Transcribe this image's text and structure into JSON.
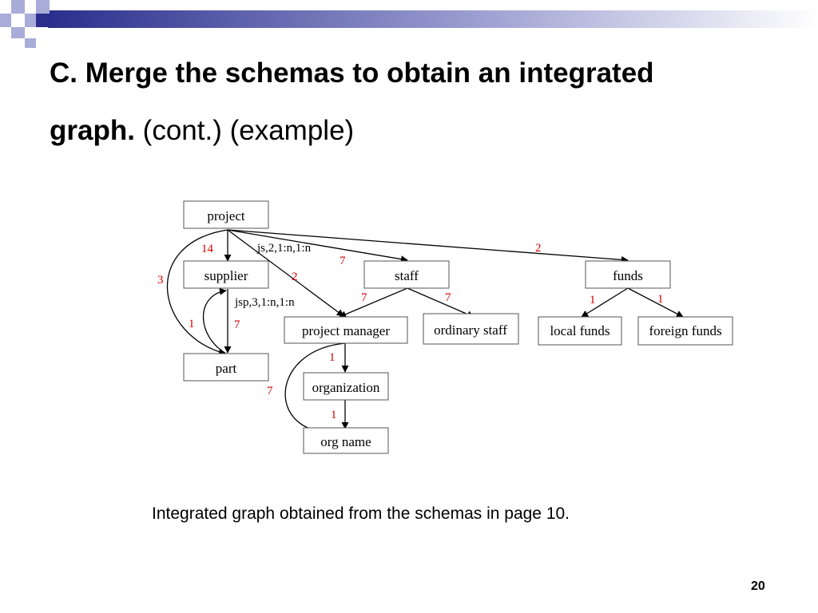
{
  "slide": {
    "title_line1": "C.  Merge the schemas to obtain an integrated",
    "title_line2_bold": "graph.",
    "title_line2_rest": " (cont.)  (example)",
    "caption": "Integrated graph obtained from the schemas in page 10.",
    "page_number": "20"
  },
  "diagram": {
    "nodes": {
      "project": "project",
      "supplier": "supplier",
      "part": "part",
      "staff": "staff",
      "funds": "funds",
      "project_manager": "project manager",
      "ordinary_staff": "ordinary staff",
      "local_funds": "local funds",
      "foreign_funds": "foreign funds",
      "organization": "organization",
      "org_name": "org name"
    },
    "edge_labels": {
      "js": "js,2,1:n,1:n",
      "jsp": "jsp,3,1:n,1:n"
    },
    "weights": {
      "project_part": "3",
      "project_supplier": "14",
      "project_staff": "7",
      "project_manager": "2",
      "project_funds": "2",
      "supplier_part_left": "1",
      "supplier_part_right": "7",
      "staff_manager": "7",
      "staff_ordinary": "7",
      "funds_local": "1",
      "funds_foreign": "1",
      "manager_org": "1",
      "manager_orgname": "7",
      "org_orgname": "1"
    }
  },
  "colors": {
    "deco_dark": "#2b2e8c",
    "deco_light": "#a9acd8",
    "weight_label": "#d40000"
  }
}
